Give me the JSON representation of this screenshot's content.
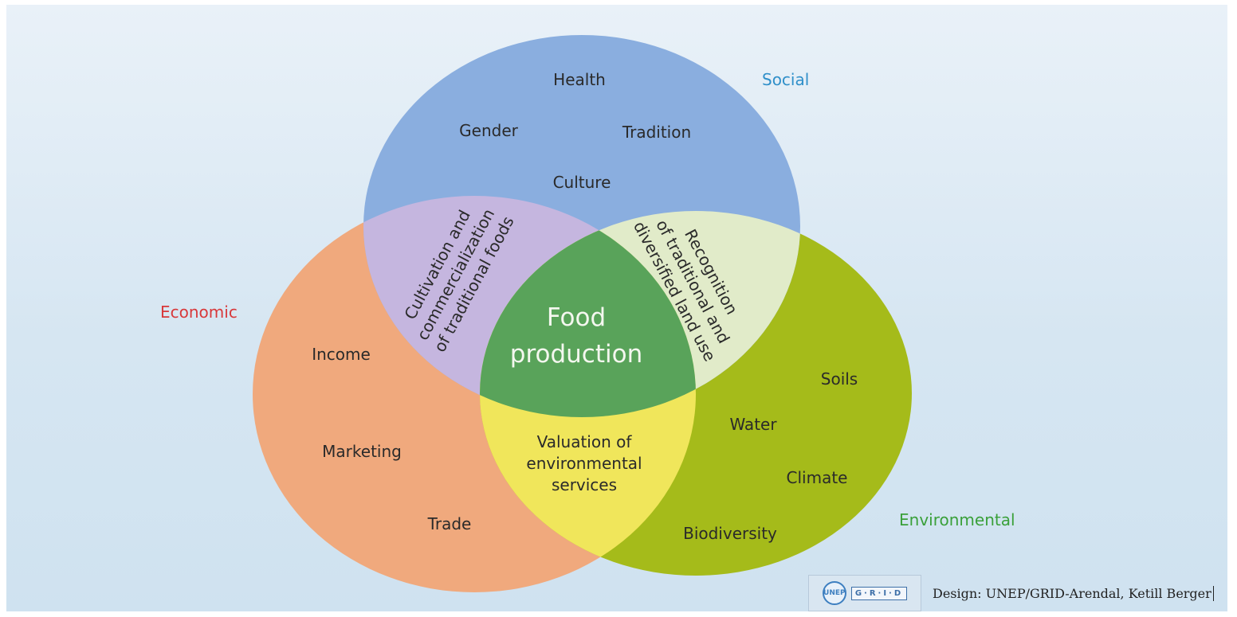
{
  "diagram": {
    "categories": {
      "social": {
        "label": "Social",
        "color": "#2f8fc9"
      },
      "economic": {
        "label": "Economic",
        "color": "#d8383a"
      },
      "environmental": {
        "label": "Environmental",
        "color": "#3aa03a"
      }
    },
    "circle_colors": {
      "social": "#8aaedf",
      "economic": "#f0a97d",
      "environmental": "#a5bb1a",
      "social_economic": "#c5b6df",
      "social_environmental": "#e1ebc9",
      "economic_environmental": "#f0e65b",
      "center": "#59a35a"
    },
    "social_items": [
      "Health",
      "Gender",
      "Tradition",
      "Culture"
    ],
    "economic_items": [
      "Income",
      "Marketing",
      "Trade"
    ],
    "environmental_items": [
      "Soils",
      "Water",
      "Climate",
      "Biodiversity"
    ],
    "overlaps": {
      "social_economic": [
        "Cultivation and",
        "commercialization",
        "of traditional foods"
      ],
      "social_environmental": [
        "Recognition",
        "of traditional and",
        "diversified land use"
      ],
      "economic_environmental": [
        "Valuation of",
        "environmental",
        "services"
      ]
    },
    "center": [
      "Food",
      "production"
    ]
  },
  "credit": {
    "logo_un": "UNEP",
    "logo_grid": "G·R·I·D",
    "text": "Design: UNEP/GRID-Arendal, Ketill Berger"
  }
}
